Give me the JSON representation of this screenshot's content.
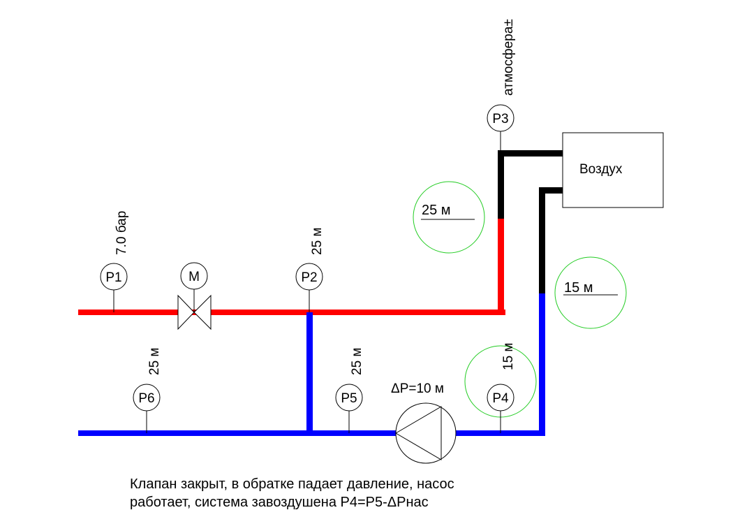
{
  "colors": {
    "supply": "#ff0000",
    "return": "#0000ff",
    "air": "#000000",
    "level": "#22cc22"
  },
  "gauges": {
    "p1": {
      "label": "P1",
      "reading": "7.0 бар"
    },
    "p2": {
      "label": "P2",
      "reading": "25 м"
    },
    "p3": {
      "label": "P3",
      "reading": "атмосфера±"
    },
    "p4": {
      "label": "P4",
      "reading": "15 м"
    },
    "p5": {
      "label": "P5",
      "reading": "25 м"
    },
    "p6": {
      "label": "P6",
      "reading": "25 м"
    }
  },
  "valve": {
    "actuator_label": "M"
  },
  "pump": {
    "label": "ΔP=10 м"
  },
  "air_box": {
    "label": "Воздух"
  },
  "levels": {
    "supply_level": "25 м",
    "return_level": "15 м"
  },
  "note": {
    "line1": "Клапан закрыт, в обратке падает давление, насос",
    "line2": "работает, система завоздушена P4=P5-ΔPнас"
  }
}
